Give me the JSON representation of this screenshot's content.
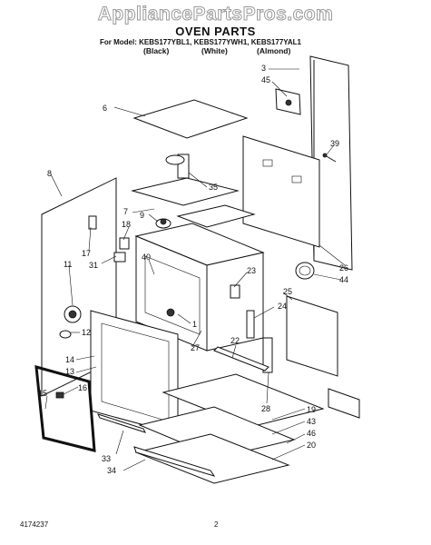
{
  "header": {
    "watermark": "AppliancePartsPros.com",
    "title": "OVEN PARTS",
    "model_line": "For Model: KEBS177YBL1, KEBS177YWH1, KEBS177YAL1",
    "variants": [
      "(Black)",
      "(White)",
      "(Almond)"
    ]
  },
  "footer": {
    "doc_number": "4174237",
    "page_number": "2"
  },
  "callouts": [
    {
      "id": "c3",
      "label": "3"
    },
    {
      "id": "c45",
      "label": "45"
    },
    {
      "id": "c6",
      "label": "6"
    },
    {
      "id": "c39",
      "label": "39"
    },
    {
      "id": "c35",
      "label": "35"
    },
    {
      "id": "c8",
      "label": "8"
    },
    {
      "id": "c7",
      "label": "7"
    },
    {
      "id": "c18",
      "label": "18"
    },
    {
      "id": "c9",
      "label": "9"
    },
    {
      "id": "c17",
      "label": "17"
    },
    {
      "id": "c26",
      "label": "26"
    },
    {
      "id": "c44",
      "label": "44"
    },
    {
      "id": "c11",
      "label": "11"
    },
    {
      "id": "c31",
      "label": "31"
    },
    {
      "id": "c40",
      "label": "40"
    },
    {
      "id": "c23",
      "label": "23"
    },
    {
      "id": "c25",
      "label": "25"
    },
    {
      "id": "c24",
      "label": "24"
    },
    {
      "id": "c1",
      "label": "1"
    },
    {
      "id": "c12",
      "label": "12"
    },
    {
      "id": "c27",
      "label": "27"
    },
    {
      "id": "c22",
      "label": "22"
    },
    {
      "id": "c14",
      "label": "14"
    },
    {
      "id": "c13",
      "label": "13"
    },
    {
      "id": "c28",
      "label": "28"
    },
    {
      "id": "c16",
      "label": "16"
    },
    {
      "id": "c15",
      "label": "15"
    },
    {
      "id": "c19",
      "label": "19"
    },
    {
      "id": "c43",
      "label": "43"
    },
    {
      "id": "c46",
      "label": "46"
    },
    {
      "id": "c20",
      "label": "20"
    },
    {
      "id": "c33",
      "label": "33"
    },
    {
      "id": "c34",
      "label": "34"
    }
  ]
}
